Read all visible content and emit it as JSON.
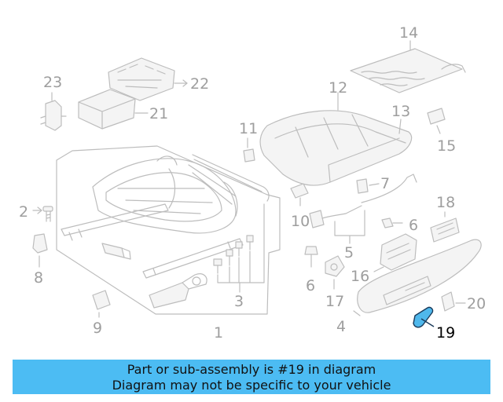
{
  "callouts": {
    "c1": "1",
    "c2": "2",
    "c3": "3",
    "c4": "4",
    "c5": "5",
    "c6a": "6",
    "c6b": "6",
    "c7": "7",
    "c8": "8",
    "c9": "9",
    "c10": "10",
    "c11": "11",
    "c12": "12",
    "c13": "13",
    "c14": "14",
    "c15": "15",
    "c16": "16",
    "c17": "17",
    "c18": "18",
    "c19": "19",
    "c20": "20",
    "c21": "21",
    "c22": "22",
    "c23": "23"
  },
  "highlighted_part": "19",
  "colors": {
    "line": "#bdbdbd",
    "label": "#9e9e9e",
    "highlight_fill": "#4fb8ec",
    "highlight_stroke": "#1a3a5a",
    "banner_bg": "#4cbcf3"
  },
  "banner": {
    "line1": "Part or sub-assembly is #19 in diagram",
    "line2": "Diagram may not be specific to your vehicle"
  }
}
